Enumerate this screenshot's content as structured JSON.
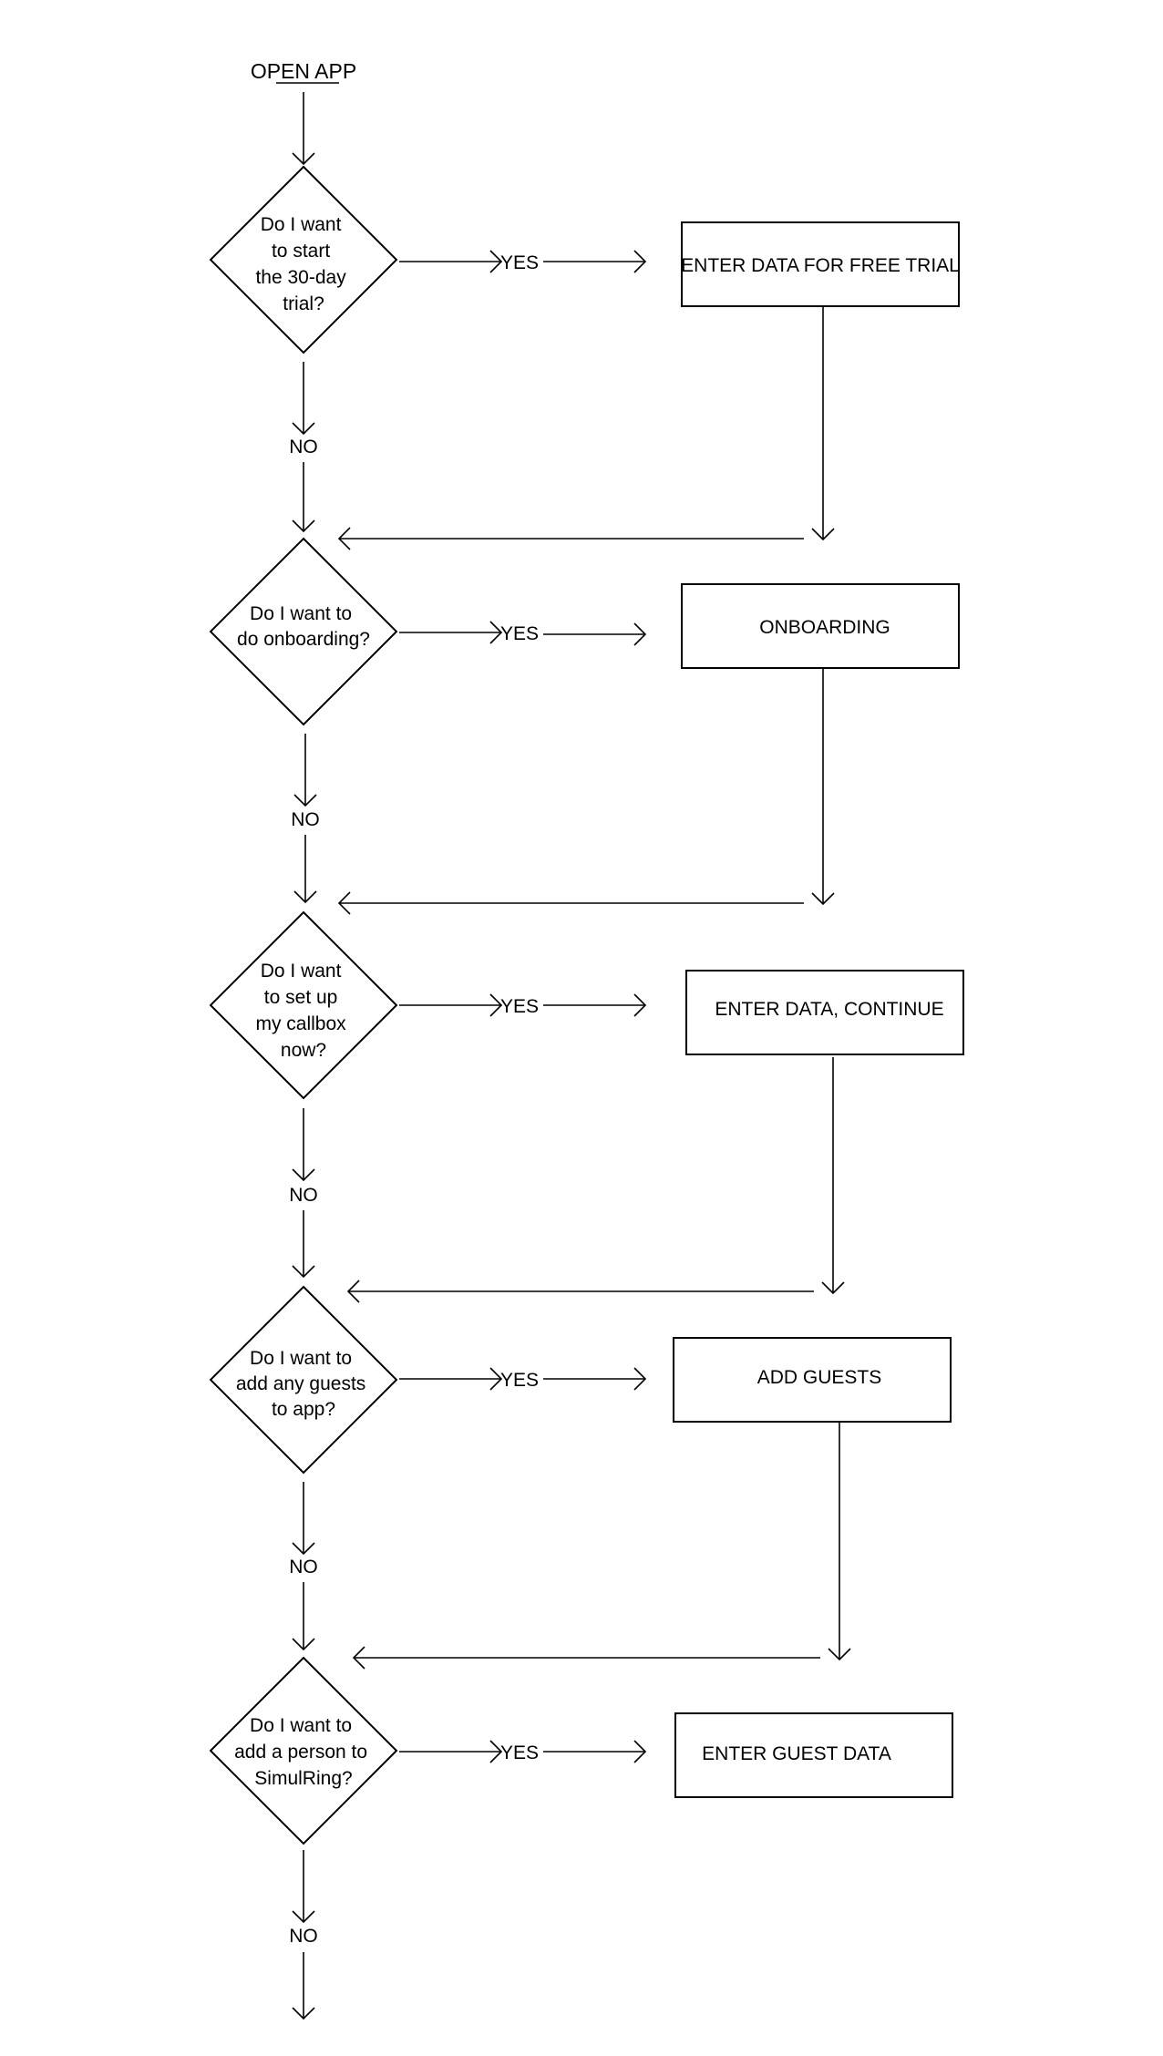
{
  "start": "OPEN APP",
  "yes_label": "YES",
  "no_label": "NO",
  "decisions": [
    {
      "lines": [
        "Do I want",
        "to start",
        "the 30-day",
        "trial?"
      ],
      "action": "ENTER DATA FOR FREE TRIAL"
    },
    {
      "lines": [
        "Do I want to",
        "do onboarding?"
      ],
      "action": "ONBOARDING"
    },
    {
      "lines": [
        "Do I want",
        "to set up",
        "my callbox",
        "now?"
      ],
      "action": "ENTER DATA, CONTINUE"
    },
    {
      "lines": [
        "Do I want to",
        "add any guests",
        "to app?"
      ],
      "action": "ADD GUESTS"
    },
    {
      "lines": [
        "Do I want to",
        "add a person to",
        "SimulRing?"
      ],
      "action": "ENTER GUEST DATA"
    }
  ]
}
